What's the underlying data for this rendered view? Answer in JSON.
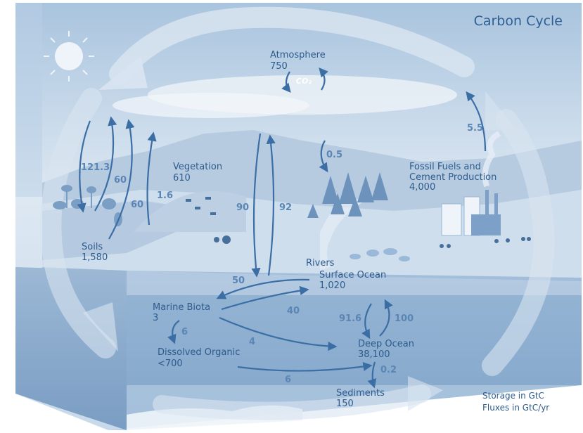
{
  "title": "Carbon Cycle",
  "legend": [
    "Storage in GtC",
    "Fluxes in GtC/yr"
  ],
  "atmosphere": {
    "label": "Atmosphere",
    "value": "750",
    "gas": "CO₂"
  },
  "reservoirs": [
    {
      "id": "vegetation",
      "label": "Vegetation",
      "value": "610"
    },
    {
      "id": "soils",
      "label": "Soils",
      "value": "1,580"
    },
    {
      "id": "fossil",
      "label": "Fossil Fuels and",
      "label2": "Cement Production",
      "value": "4,000"
    },
    {
      "id": "rivers",
      "label": "Rivers",
      "value": ""
    },
    {
      "id": "surface_ocean",
      "label": "Surface Ocean",
      "value": "1,020"
    },
    {
      "id": "marine_biota",
      "label": "Marine Biota",
      "value": "3"
    },
    {
      "id": "dissolved_organic",
      "label": "Dissolved Organic",
      "value": "<700"
    },
    {
      "id": "deep_ocean",
      "label": "Deep Ocean",
      "value": "38,100"
    },
    {
      "id": "sediments",
      "label": "Sediments",
      "value": "150"
    }
  ],
  "fluxes": [
    "121.3",
    "60",
    "60",
    "1.6",
    "90",
    "92",
    "0.5",
    "5.5",
    "50",
    "40",
    "4",
    "6",
    "6",
    "91.6",
    "100",
    "0.2"
  ]
}
